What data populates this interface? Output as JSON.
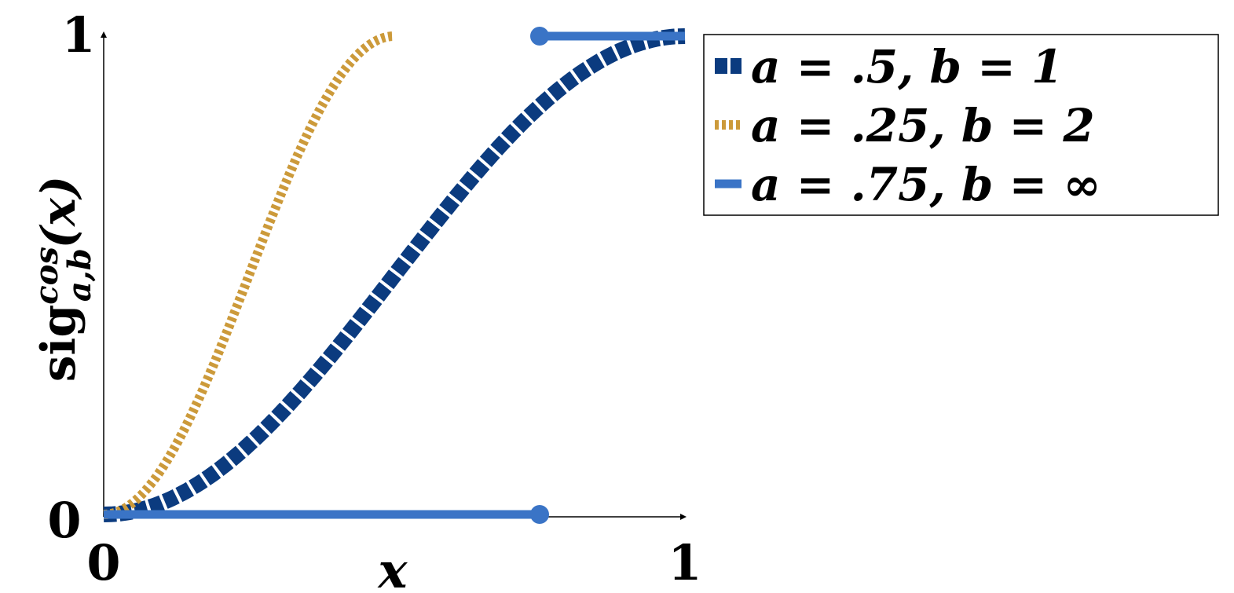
{
  "chart_data": {
    "type": "line",
    "xlabel": "x",
    "ylabel": {
      "base": "sig",
      "sup": "cos",
      "sub": "a,b",
      "arg": "(x)"
    },
    "xlim": [
      0,
      1
    ],
    "ylim": [
      0,
      1
    ],
    "x_ticks": [
      "0",
      "1"
    ],
    "y_ticks": [
      "0",
      "1"
    ],
    "legend_position": "top-right",
    "grid": false,
    "series": [
      {
        "name": "a = .5, b = 1",
        "a": 0.5,
        "b": 1,
        "color": "#0b3b7f",
        "style": "dashed"
      },
      {
        "name": "a = .25, b = 2",
        "a": 0.25,
        "b": 2,
        "color": "#cc9a3a",
        "style": "dotted"
      },
      {
        "name": "a = .75, b = ∞",
        "a": 0.75,
        "b": "∞",
        "color": "#3a74c6",
        "style": "solid"
      }
    ]
  }
}
